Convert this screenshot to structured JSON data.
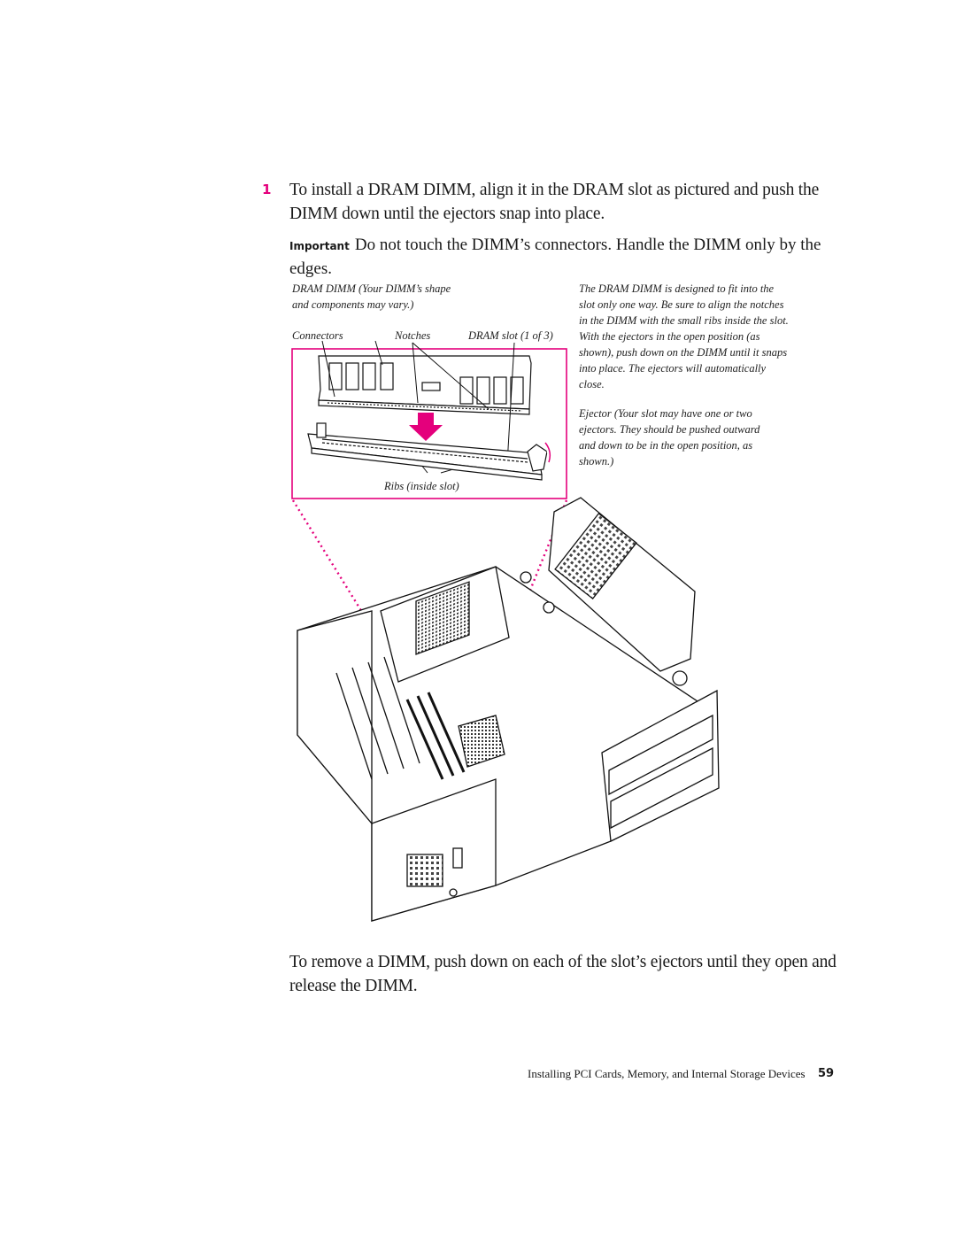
{
  "step": {
    "number": "1",
    "text": "To install a DRAM DIMM, align it in the DRAM slot as pictured and push the DIMM down until the ejectors snap into place."
  },
  "important": {
    "label": "Important",
    "text": "Do not touch the DIMM’s connectors. Handle the DIMM only by the edges."
  },
  "figure": {
    "caption_dimm": "DRAM DIMM (Your DIMM’s shape and components may vary.)",
    "label_connectors": "Connectors",
    "label_notches": "Notches",
    "label_slot": "DRAM slot (1 of 3)",
    "label_ribs": "Ribs (inside slot)",
    "caption_design": "The DRAM DIMM is designed to fit into the slot only one way. Be sure to align the notches in the DIMM with the small ribs inside the slot. With the ejectors in the open position (as shown), push down on the DIMM until it snaps into place. The ejectors will automatically close.",
    "caption_ejector": "Ejector (Your slot may have one or two ejectors. They should be pushed outward and down to be in the open position, as shown.)",
    "accent_color": "#e4007c"
  },
  "remove_text": "To remove a DIMM, push down on each of the slot’s ejectors until they open and release the DIMM.",
  "footer": {
    "section": "Installing PCI Cards, Memory, and Internal Storage Devices",
    "page": "59"
  }
}
